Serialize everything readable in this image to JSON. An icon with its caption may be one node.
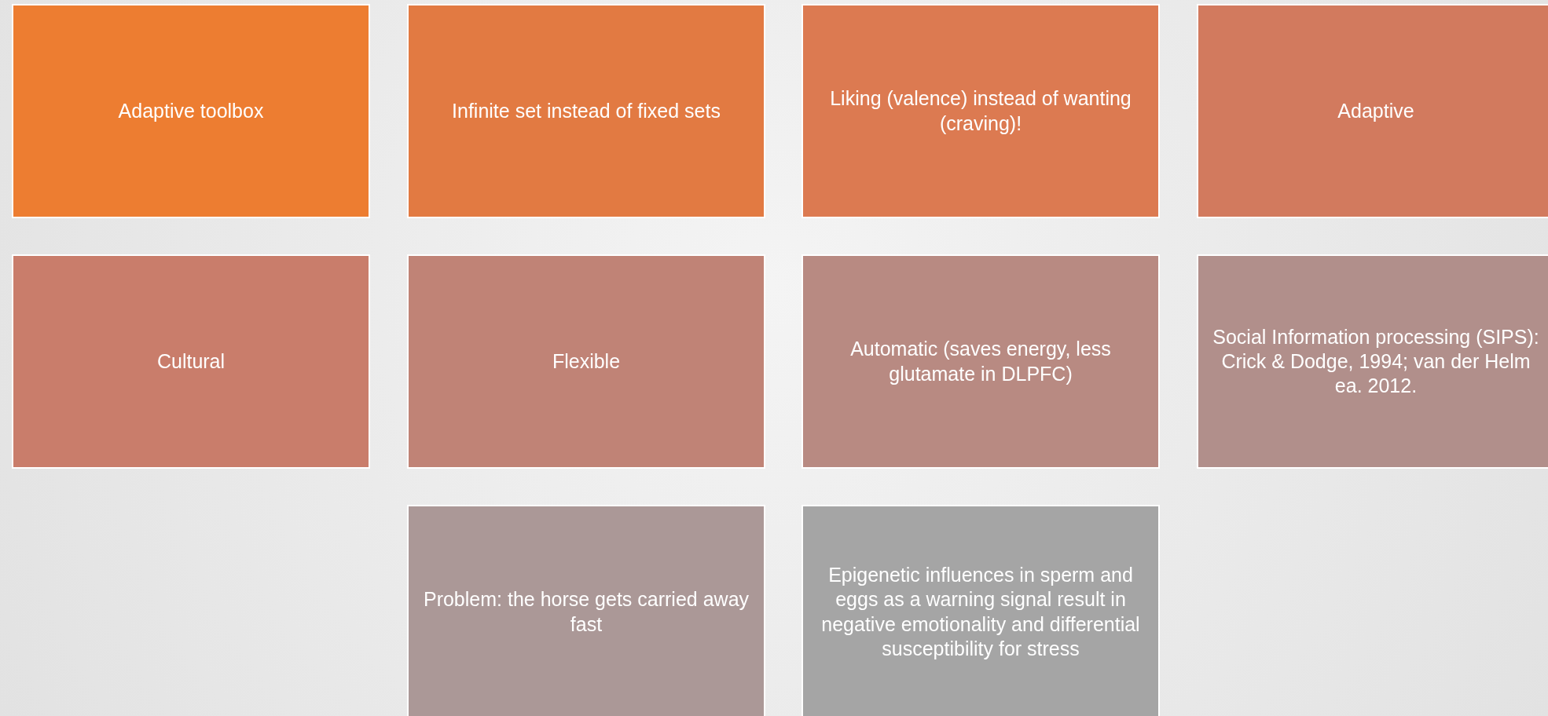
{
  "diagram": {
    "nodes": [
      {
        "text": [
          "Adaptive toolbox"
        ]
      },
      {
        "text": [
          "Infinite set instead of fixed sets"
        ]
      },
      {
        "text": [
          "Liking (valence) instead of wanting (craving)!"
        ]
      },
      {
        "text": [
          "Adaptive"
        ]
      },
      {
        "text": [
          "Cultural"
        ]
      },
      {
        "text": [
          "Flexible"
        ]
      },
      {
        "text": [
          "Automatic (saves energy, less glutamate in DLPFC)"
        ]
      },
      {
        "text": [
          "Social Information processing (SIPS): Crick & Dodge, 1994; van der Helm ea. 2012."
        ]
      },
      {
        "text": [
          "Problem: the horse gets carried away fast"
        ]
      },
      {
        "text": [
          "Epigenetic influences in sperm and eggs as a warning signal result in negative emotionality and differential susceptibility for stress"
        ]
      }
    ]
  }
}
